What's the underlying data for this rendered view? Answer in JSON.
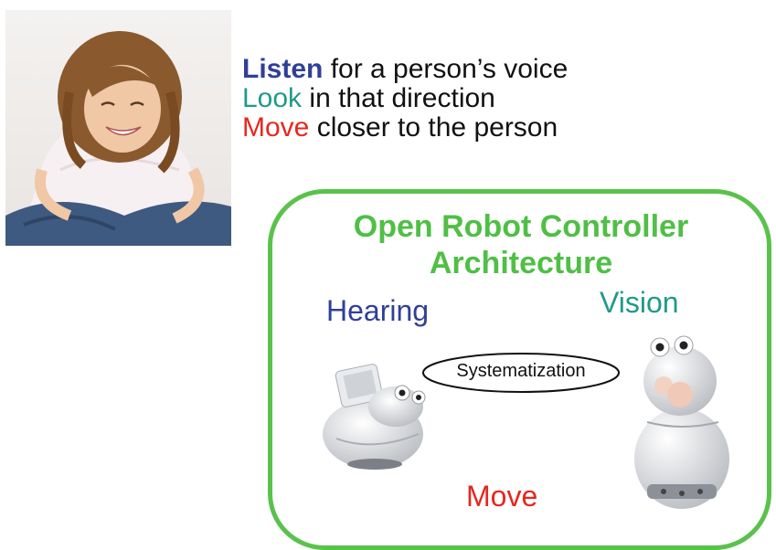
{
  "instructions": [
    {
      "keyword": "Listen",
      "rest": " for a person’s voice",
      "color": "#2f3f9a"
    },
    {
      "keyword": "Look",
      "rest": " in that direction",
      "color": "#1f9a8a"
    },
    {
      "keyword": "Move",
      "rest": " closer to the person",
      "color": "#e8261e"
    }
  ],
  "architecture": {
    "title_line1": "Open Robot Controller",
    "title_line2": "Architecture",
    "title_color": "#4fbf45",
    "border_color": "#5ac24c"
  },
  "labels": {
    "hearing": "Hearing",
    "hearing_color": "#2f3f9a",
    "vision": "Vision",
    "vision_color": "#1f9a8a",
    "move": "Move",
    "move_color": "#e8261e",
    "systematization": "Systematization"
  },
  "images": {
    "person_photo": "smiling-girl-photo",
    "hearing_robot": "turtle-shaped-robot",
    "vision_robot": "snowman-shaped-robot"
  }
}
